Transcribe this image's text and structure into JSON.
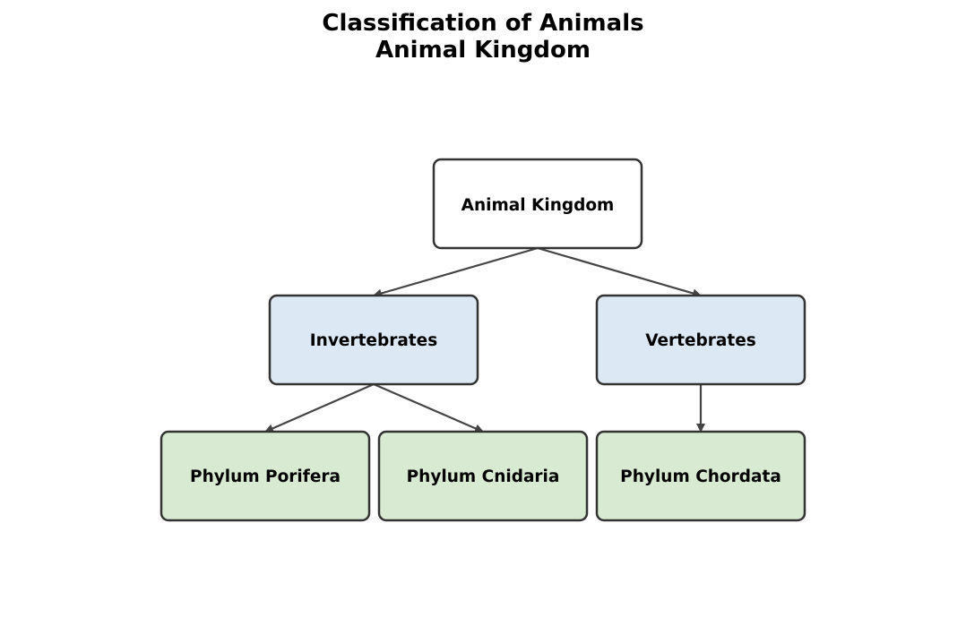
{
  "title": {
    "line1": "Classification of Animals",
    "line2": "Animal Kingdom"
  },
  "colors": {
    "root_fill": "#ffffff",
    "level1_fill": "#dce8f4",
    "level2_fill": "#d9ead3",
    "border": "#333333",
    "edge": "#444444"
  },
  "nodes": {
    "root": {
      "label": "Animal Kingdom",
      "fill": "#ffffff"
    },
    "invertebrates": {
      "label": "Invertebrates",
      "fill": "#dce8f4"
    },
    "vertebrates": {
      "label": "Vertebrates",
      "fill": "#dce8f4"
    },
    "porifera": {
      "label": "Phylum Porifera",
      "fill": "#d9ead3"
    },
    "cnidaria": {
      "label": "Phylum Cnidaria",
      "fill": "#d9ead3"
    },
    "chordata": {
      "label": "Phylum Chordata",
      "fill": "#d9ead3"
    }
  },
  "edges": [
    {
      "from": "root",
      "to": "invertebrates"
    },
    {
      "from": "root",
      "to": "vertebrates"
    },
    {
      "from": "invertebrates",
      "to": "porifera"
    },
    {
      "from": "invertebrates",
      "to": "cnidaria"
    },
    {
      "from": "vertebrates",
      "to": "chordata"
    }
  ]
}
